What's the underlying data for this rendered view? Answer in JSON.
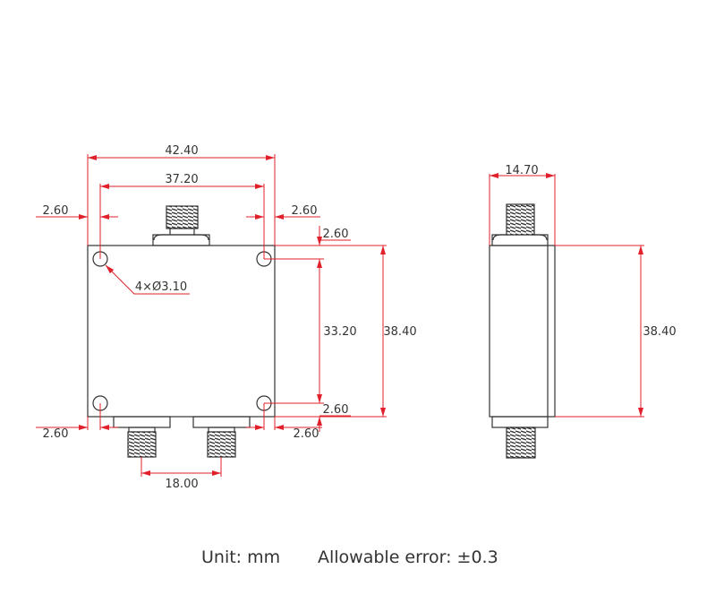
{
  "front_view": {
    "overall_width": "42.40",
    "hole_spacing_x": "37.20",
    "edge_top_left": "2.60",
    "edge_top_right": "2.60",
    "edge_right_top": "2.60",
    "edge_right_bottom": "2.60",
    "edge_bottom_left": "2.60",
    "edge_bottom_right": "2.60",
    "hole_spacing_y": "33.20",
    "overall_height": "38.40",
    "holes_label": "4×Ø3.10",
    "port_spacing": "18.00"
  },
  "side_view": {
    "thickness": "14.70",
    "overall_height": "38.40"
  },
  "footer": {
    "unit": "Unit: mm",
    "tolerance": "Allowable error: ±0.3"
  },
  "colors": {
    "outline": "#333333",
    "dimension": "#e0202a"
  }
}
